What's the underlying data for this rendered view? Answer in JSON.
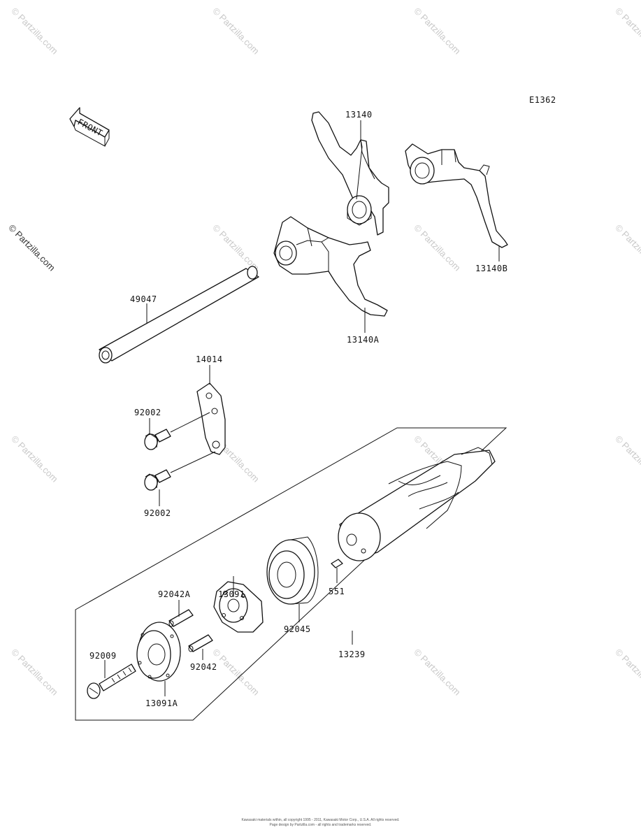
{
  "diagram_code": "E1362",
  "front_label": "FRONT",
  "watermark": "© Partzilla.com",
  "parts": {
    "p13140": "13140",
    "p13140A": "13140A",
    "p13140B": "13140B",
    "p49047": "49047",
    "p14014": "14014",
    "p92002_top": "92002",
    "p92002_bottom": "92002",
    "p13091": "13091",
    "p92042A": "92042A",
    "p92045": "92045",
    "p551": "551",
    "p13239": "13239",
    "p92009": "92009",
    "p92042": "92042",
    "p13091A": "13091A"
  },
  "footer": {
    "line1": "Kawasaki materials within, all copyright 1995 - 2011, Kawasaki Motor Corp., U.S.A. All rights reserved.",
    "line2": "Page design by Partzilla.com - all rights and trademarks reserved."
  }
}
